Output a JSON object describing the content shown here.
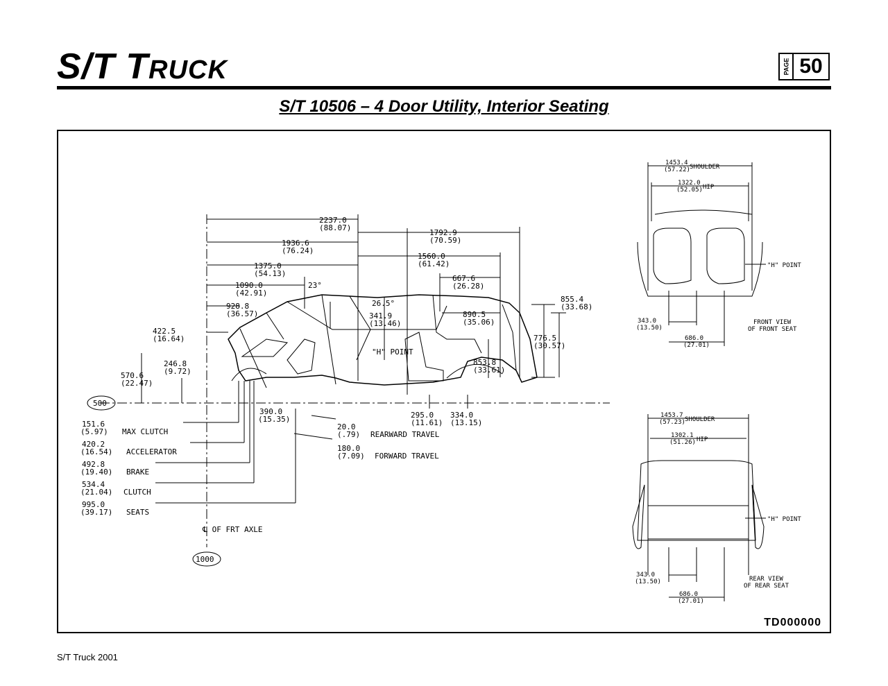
{
  "header": {
    "title_initial_1": "S/T",
    "title_initial_2": "T",
    "title_rest": "RUCK",
    "page_label": "PAGE",
    "page_number": "50"
  },
  "subtitle": "S/T 10506 – 4 Door Utility, Interior Seating",
  "diagram": {
    "code": "TD000000",
    "side_view": {
      "dims_top": [
        {
          "mm": "2237.0",
          "in": "(88.07)"
        },
        {
          "mm": "1936.6",
          "in": "(76.24)"
        },
        {
          "mm": "1792.9",
          "in": "(70.59)"
        },
        {
          "mm": "1560.0",
          "in": "(61.42)"
        },
        {
          "mm": "1375.0",
          "in": "(54.13)"
        },
        {
          "mm": "667.6",
          "in": "(26.28)"
        },
        {
          "mm": "1090.0",
          "in": "(42.91)"
        },
        {
          "mm": "928.8",
          "in": "(36.57)"
        },
        {
          "mm": "890.5",
          "in": "(35.06)"
        },
        {
          "mm": "855.4",
          "in": "(33.68)"
        },
        {
          "mm": "341.9",
          "in": "(13.46)"
        },
        {
          "mm": "422.5",
          "in": "(16.64)"
        },
        {
          "mm": "776.5",
          "in": "(30.57)"
        },
        {
          "mm": "246.8",
          "in": "(9.72)"
        },
        {
          "mm": "570.6",
          "in": "(22.47)"
        },
        {
          "mm": "853.8",
          "in": "(33.61)"
        },
        {
          "mm": "390.0",
          "in": "(15.35)"
        },
        {
          "mm": "295.0",
          "in": "(11.61)"
        },
        {
          "mm": "334.0",
          "in": "(13.15)"
        }
      ],
      "angle_1": "23°",
      "angle_2": "26.5°",
      "h_point": "\"H\" POINT",
      "ground_ref": "500",
      "axle_ref": "1000",
      "axle_label": "℄ OF FRT AXLE",
      "travel": [
        {
          "mm": "20.0",
          "in": "(.79)",
          "label": "REARWARD TRAVEL"
        },
        {
          "mm": "180.0",
          "in": "(7.09)",
          "label": "FORWARD TRAVEL"
        }
      ],
      "pedals": [
        {
          "mm": "151.6",
          "in": "(5.97)",
          "label": "MAX CLUTCH"
        },
        {
          "mm": "420.2",
          "in": "(16.54)",
          "label": "ACCELERATOR"
        },
        {
          "mm": "492.8",
          "in": "(19.40)",
          "label": "BRAKE"
        },
        {
          "mm": "534.4",
          "in": "(21.04)",
          "label": "CLUTCH"
        },
        {
          "mm": "995.0",
          "in": "(39.17)",
          "label": "SEATS"
        }
      ]
    },
    "front_view": {
      "shoulder": {
        "mm": "1453.4",
        "in": "(57.22)",
        "label": "SHOULDER"
      },
      "hip": {
        "mm": "1322.0",
        "in": "(52.05)",
        "label": "HIP"
      },
      "h_point": "\"H\" POINT",
      "d1": {
        "mm": "343.0",
        "in": "(13.50)"
      },
      "d2": {
        "mm": "686.0",
        "in": "(27.01)"
      },
      "caption_1": "FRONT VIEW",
      "caption_2": "OF FRONT SEAT"
    },
    "rear_view": {
      "shoulder": {
        "mm": "1453.7",
        "in": "(57.23)",
        "label": "SHOULDER"
      },
      "hip": {
        "mm": "1302.1",
        "in": "(51.26)",
        "label": "HIP"
      },
      "h_point": "\"H\" POINT",
      "d1": {
        "mm": "343.0",
        "in": "(13.50)"
      },
      "d2": {
        "mm": "686.0",
        "in": "(27.01)"
      },
      "caption_1": "REAR VIEW",
      "caption_2": "OF REAR SEAT"
    }
  },
  "footer": "S/T Truck 2001"
}
